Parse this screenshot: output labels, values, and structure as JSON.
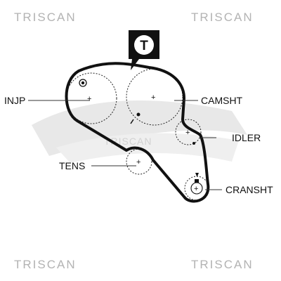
{
  "watermark": {
    "brand": "TRISCAN",
    "brand_center": "TRISCAN",
    "logo_name": "gates-logo"
  },
  "badge": {
    "letter": "T",
    "name": "tensioner-badge"
  },
  "labels": {
    "injp": "INJP",
    "camsht": "CAMSHT",
    "idler": "IDLER",
    "tens": "TENS",
    "cransht": "CRANSHT"
  },
  "symbols": {
    "center_mark": "+"
  },
  "colors": {
    "line": "#111111",
    "watermark_text": "#b3b3b3",
    "logo": "#e6e6e6",
    "background": "#ffffff"
  }
}
